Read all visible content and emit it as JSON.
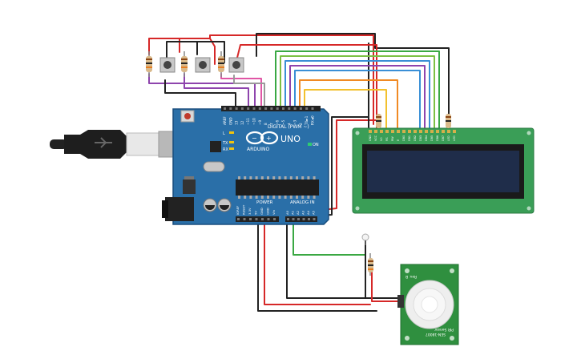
{
  "arduino": {
    "brand": "ARDUINO",
    "model": "UNO",
    "digital_label": "DIGITAL (PWM ~)",
    "power_label": "POWER",
    "analog_label": "ANALOG IN",
    "on_label": "ON",
    "tx_label": "TX",
    "rx_label": "RX",
    "l_label": "L",
    "digital_pins": [
      "AREF",
      "GND",
      "13",
      "12",
      "~11",
      "~10",
      "~9",
      "8",
      "7",
      "~6",
      "~5",
      "4",
      "~3",
      "2",
      "TX►1",
      "RX◄0"
    ],
    "power_pins": [
      "IOREF",
      "RESET",
      "3.3V",
      "5V",
      "GND",
      "GND",
      "Vin"
    ],
    "analog_pins": [
      "A0",
      "A1",
      "A2",
      "A3",
      "A4",
      "A5"
    ]
  },
  "lcd": {
    "pins": [
      "GND",
      "VCC",
      "V0",
      "RS",
      "RW",
      "E",
      "DB0",
      "DB1",
      "DB2",
      "DB3",
      "DB4",
      "DB5",
      "DB6",
      "DB7",
      "LED",
      "LED"
    ]
  },
  "pir": {
    "side_text_1": "PIR Sensor",
    "side_text_2": "SEN-18007",
    "side_text_3": "Rev. B"
  },
  "colors": {
    "board": "#2a6fa8",
    "board_edge": "#1b4f7e",
    "lcd_pcb": "#3a9e57",
    "lcd_screen": "#1f2d4a",
    "pir_pcb": "#2f8f3f",
    "wire_red": "#d62828",
    "wire_black": "#222222",
    "wire_green": "#3aa843",
    "wire_lime": "#7bc043",
    "wire_purple": "#8e44ad",
    "wire_blue": "#3a8fd6",
    "wire_orange": "#f08a24",
    "wire_yellow": "#f2c12e",
    "wire_gray": "#9a9a9a",
    "wire_pink": "#e056a5"
  },
  "icons": [
    "usb-cable-icon",
    "reset-button-icon",
    "pushbutton-icon",
    "resistor-icon",
    "led-icon"
  ]
}
